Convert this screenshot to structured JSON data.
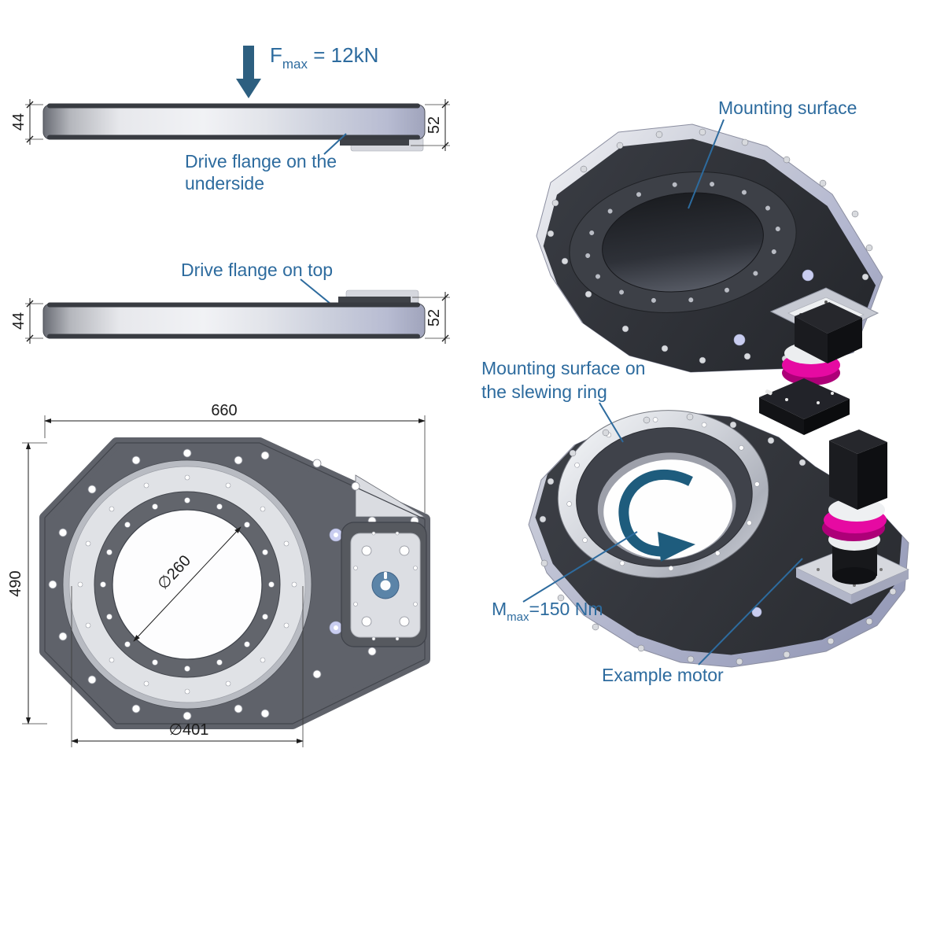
{
  "labels": {
    "force": {
      "base": "F",
      "sub": "max",
      "rest": " = 12kN"
    },
    "flange_underside_line1": "Drive flange on the",
    "flange_underside_line2": "underside",
    "flange_top": "Drive flange on top",
    "mounting_surface": "Mounting surface",
    "mounting_ring_line1": "Mounting surface on",
    "mounting_ring_line2": "the slewing ring",
    "torque": {
      "base": "M",
      "sub": "max",
      "rest": "=150 Nm"
    },
    "example_motor": "Example motor"
  },
  "dimensions": {
    "side_height": "44",
    "side_total": "52",
    "overall_width": "660",
    "overall_height": "490",
    "bore": "∅260",
    "bolt_circle": "∅401"
  },
  "colors": {
    "accent_blue": "#2d6b9e",
    "arrow_teal": "#275d7d",
    "magenta": "#e60aa2",
    "dimension_black": "#1c1c1c",
    "plate_gray": "#5f626a",
    "hub_blue": "#5b84a8",
    "iso_dark": "#2b2d33",
    "lavender": "#b4b8d0"
  }
}
